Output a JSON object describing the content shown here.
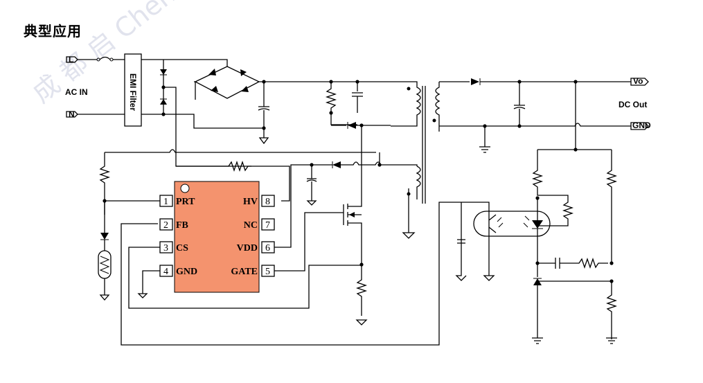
{
  "page": {
    "title": "典型应用"
  },
  "watermark": {
    "text": "成 都 启 Chengdu Chi"
  },
  "inputs": {
    "label": "AC IN",
    "line": "L",
    "neutral": "N"
  },
  "emi_filter": {
    "label": "EMI Filter"
  },
  "outputs": {
    "label": "DC Out",
    "vo": "Vo",
    "gnd": "GND"
  },
  "ic": {
    "accent": "#f4936e",
    "pins": [
      {
        "num": "1",
        "name": "PRT"
      },
      {
        "num": "2",
        "name": "FB"
      },
      {
        "num": "3",
        "name": "CS"
      },
      {
        "num": "4",
        "name": "GND"
      },
      {
        "num": "8",
        "name": "HV"
      },
      {
        "num": "7",
        "name": "NC"
      },
      {
        "num": "6",
        "name": "VDD"
      },
      {
        "num": "5",
        "name": "GATE"
      }
    ]
  }
}
